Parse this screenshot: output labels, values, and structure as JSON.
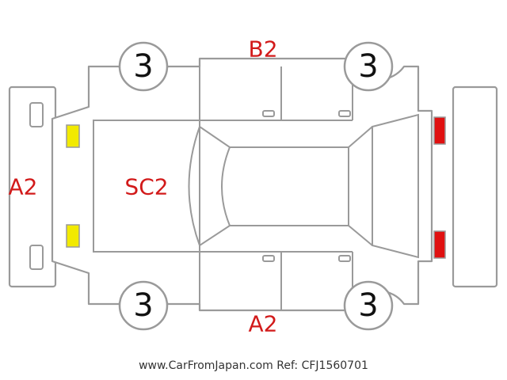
{
  "colors": {
    "outline": "#9a9a9a",
    "damage_code": "#d21a1a",
    "tire_number": "#111111",
    "front_lamp": "#f2ea00",
    "rear_lamp": "#e01010"
  },
  "tires": {
    "front_left": "3",
    "rear_left": "3",
    "front_right": "3",
    "rear_right": "3"
  },
  "damage_codes": {
    "front_bumper": "A2",
    "hood": "SC2",
    "left_side": "B2",
    "right_side": "A2"
  },
  "footer": {
    "watermark": "www.CarFromJapan.com Ref: CFJ1560701"
  }
}
